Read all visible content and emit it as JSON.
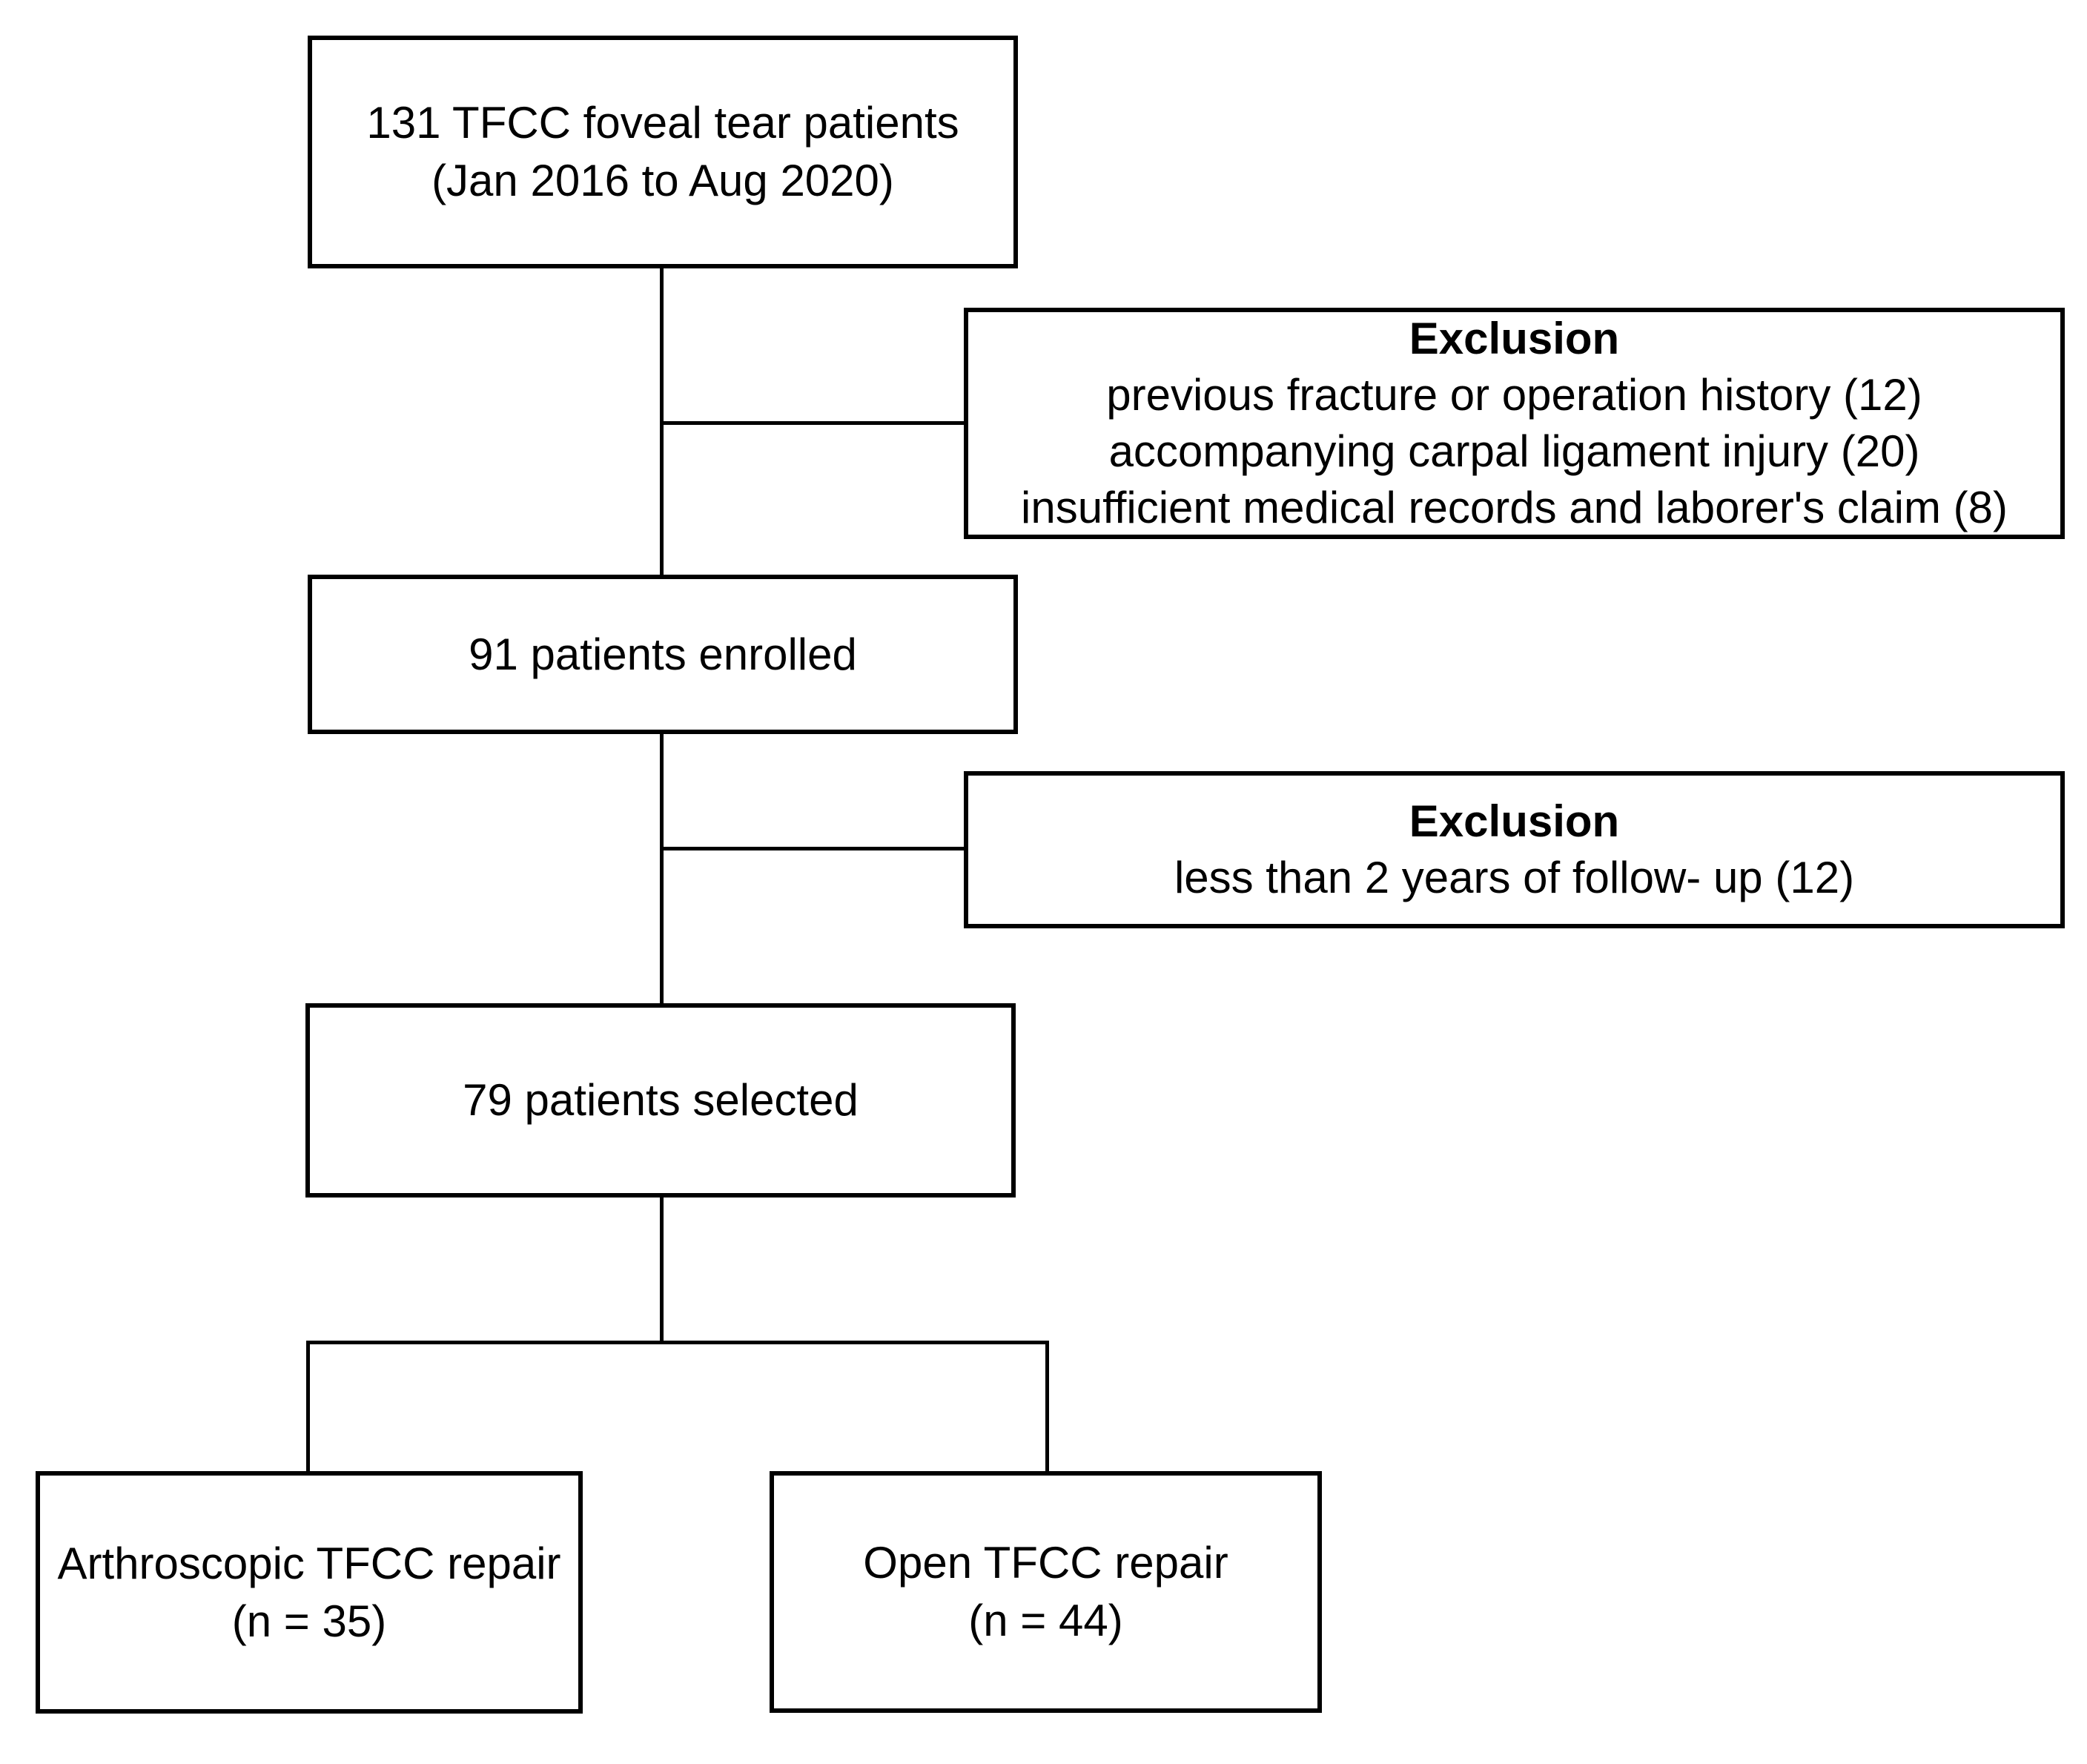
{
  "flowchart": {
    "colors": {
      "background": "#ffffff",
      "line": "#000000",
      "box_fill": "#ffffff",
      "text": "#000000"
    },
    "nodes": {
      "initial": {
        "line1": "131 TFCC foveal tear patients",
        "line2": "(Jan 2016 to Aug 2020)"
      },
      "exclusion1": {
        "title": "Exclusion",
        "items": [
          "previous fracture or operation history (12)",
          "accompanying carpal ligament injury (20)",
          "insufficient medical records and laborer's claim (8)"
        ]
      },
      "enrolled": {
        "label": "91 patients enrolled"
      },
      "exclusion2": {
        "title": "Exclusion",
        "items": [
          "less than 2 years of follow- up (12)"
        ]
      },
      "selected": {
        "label": "79 patients selected"
      },
      "arthroscopic": {
        "line1": "Arthroscopic TFCC repair",
        "line2": "(n = 35)"
      },
      "open": {
        "line1": "Open TFCC repair",
        "line2": "(n = 44)"
      }
    }
  }
}
